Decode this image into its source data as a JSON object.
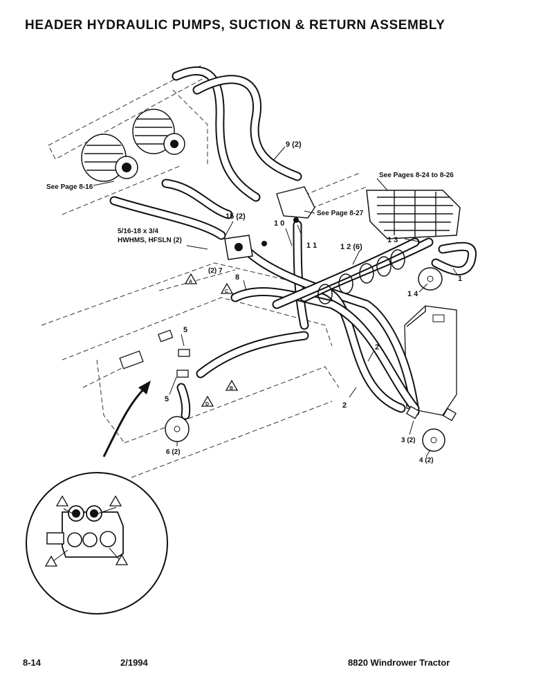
{
  "header": {
    "title": "HEADER HYDRAULIC PUMPS, SUCTION & RETURN ASSEMBLY"
  },
  "footer": {
    "page": "8-14",
    "date": "2/1994",
    "model": "8820 Windrower Tractor"
  },
  "references": {
    "see_8_16": "See Page 8-16",
    "see_8_24": "See Pages 8-24 to 8-26",
    "see_8_27": "See Page 8-27"
  },
  "hardware": {
    "bolt_line1": "5/16-18 x 3/4",
    "bolt_line2": "HWHMS, HFSLN (2)"
  },
  "callouts": {
    "c9": "9 (2)",
    "c15": "15 (2)",
    "c10": "1 0",
    "c11": "1 1",
    "c7": "(2) 7",
    "c8": "8",
    "c12": "1 2 (6)",
    "c13": "1 3",
    "c14": "1 4",
    "c1": "1",
    "c2a": "2",
    "c2b": "2",
    "c3": "3 (2)",
    "c4": "4 (2)",
    "c5a": "5",
    "c5b": "5",
    "c6": "6 (2)"
  },
  "valve_ports": {
    "a": "A",
    "b": "B",
    "c": "C",
    "d": "D"
  }
}
